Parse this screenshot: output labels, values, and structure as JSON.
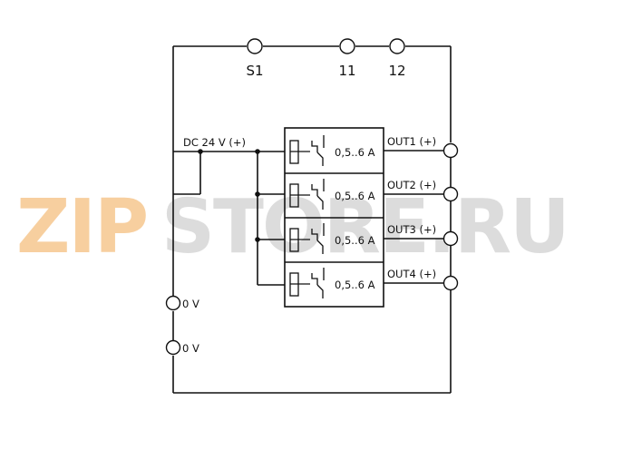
{
  "watermark": {
    "part1": "ZIP",
    "part2": "STORE.RU",
    "color1": "#f6c78f",
    "color2": "#d6d6d6"
  },
  "top_terminals": [
    "S1",
    "11",
    "12"
  ],
  "supply": {
    "label": "DC 24 V (+)"
  },
  "ground_terminals": [
    "0 V",
    "0 V"
  ],
  "channels": [
    {
      "rating": "0,5..6 A",
      "output": "OUT1 (+)"
    },
    {
      "rating": "0,5..6 A",
      "output": "OUT2 (+)"
    },
    {
      "rating": "0,5..6 A",
      "output": "OUT3 (+)"
    },
    {
      "rating": "0,5..6 A",
      "output": "OUT4 (+)"
    }
  ]
}
